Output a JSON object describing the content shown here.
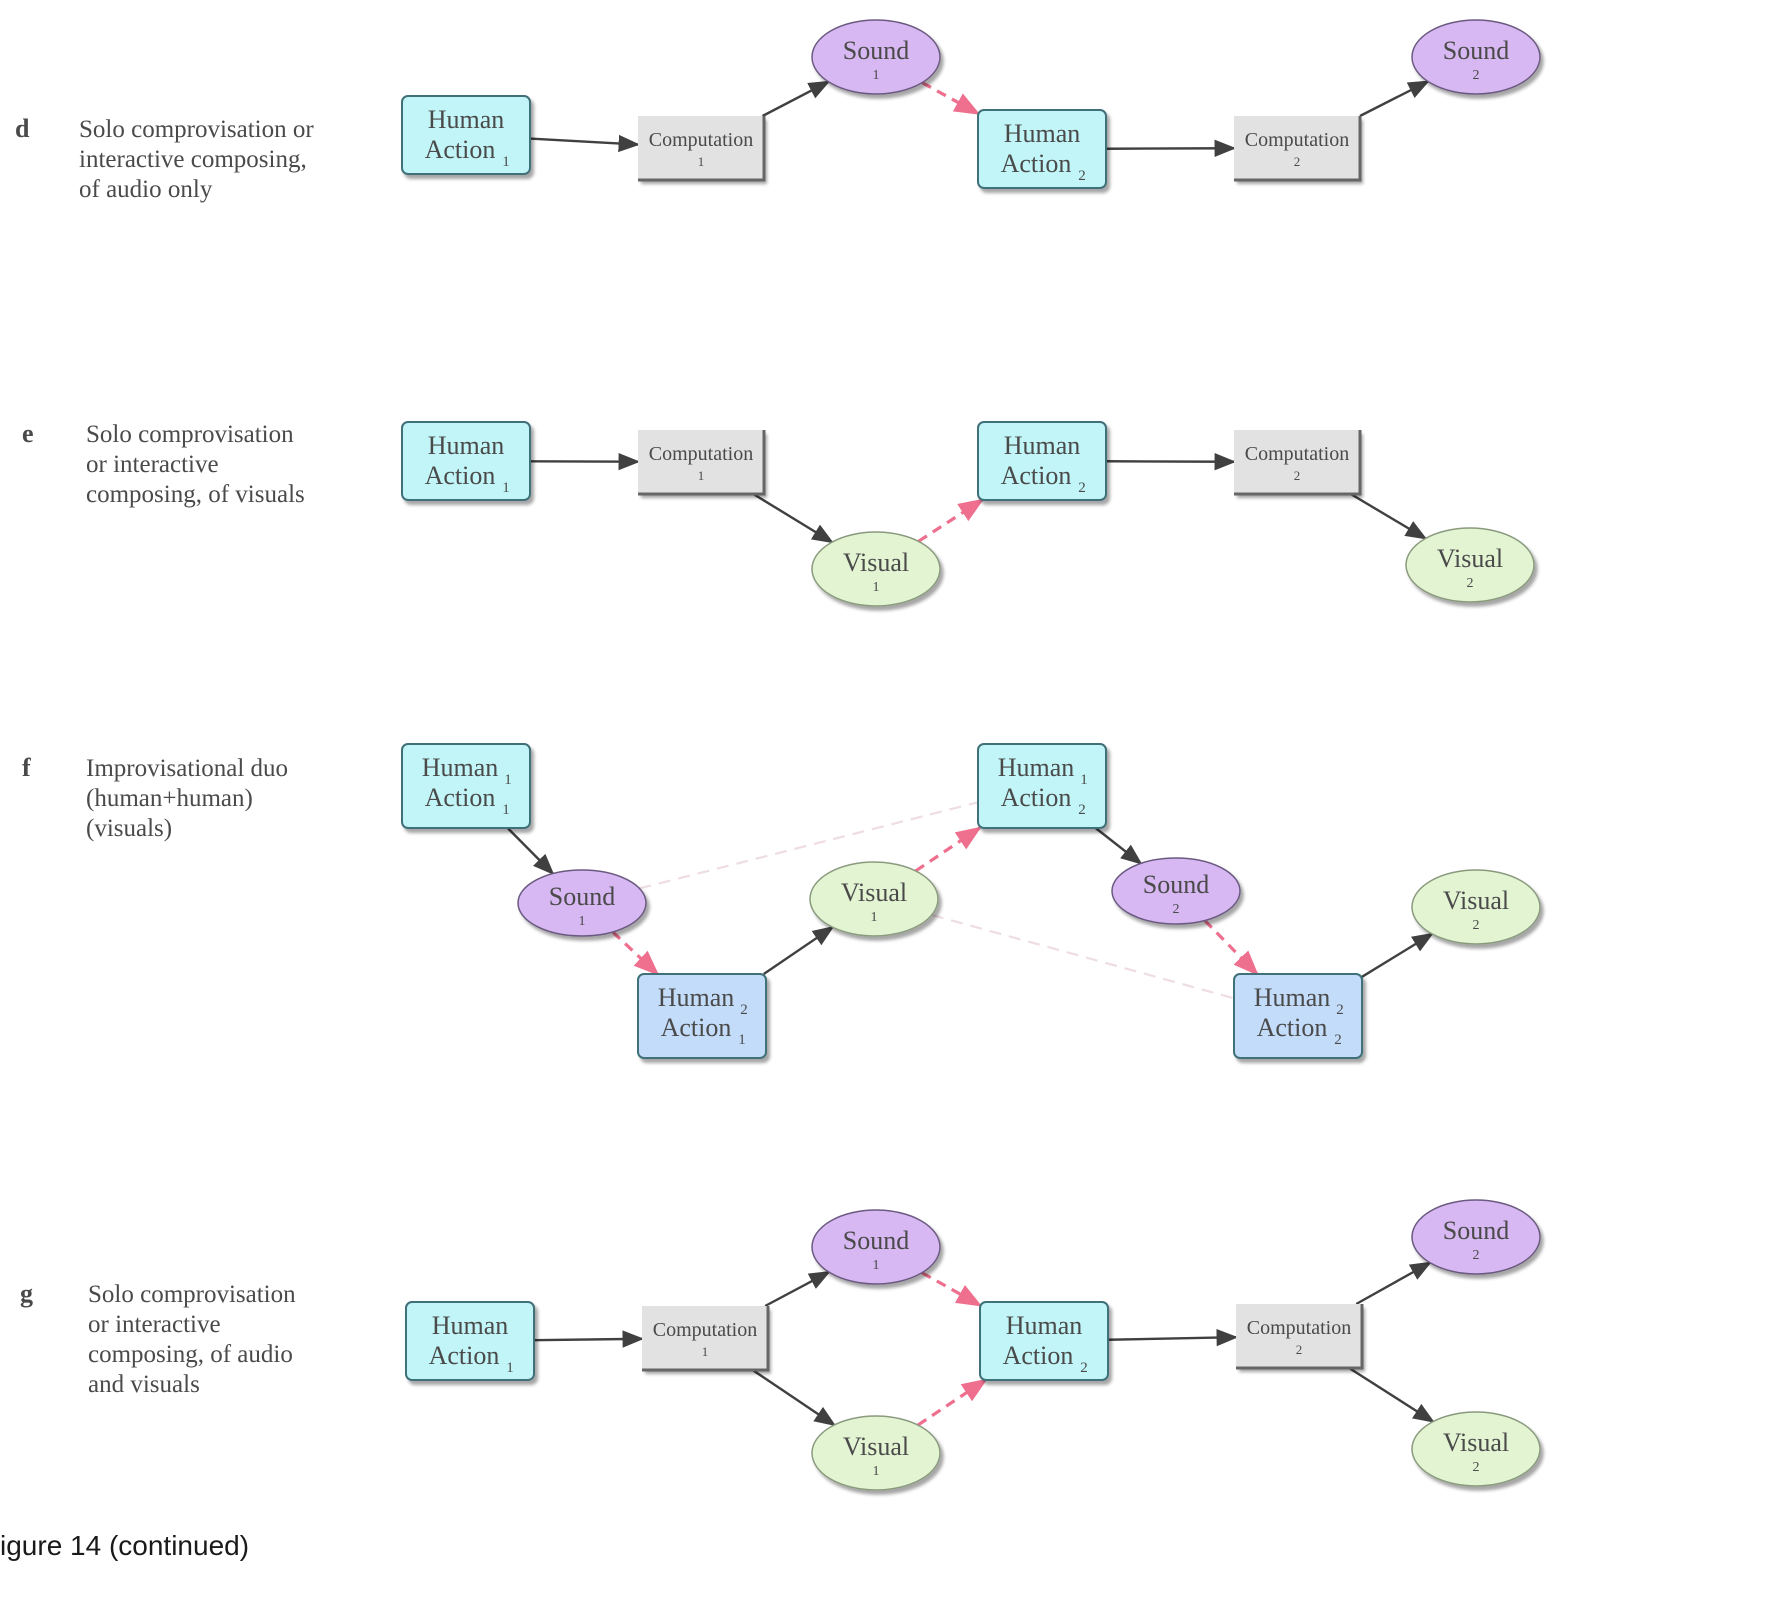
{
  "colors": {
    "human": "#c2f5f7",
    "human_alt": "#c3dcf9",
    "human_border": "#3f6f78",
    "computation": "#e2e2e2",
    "computation_border": "#7a7a7a",
    "sound": "#d7b8f2",
    "sound_border": "#6b5a80",
    "visual": "#e3f4d2",
    "visual_border": "#8a9a7e",
    "arrow": "#404040",
    "feedback": "#ee6f8e",
    "faint": "#eedde3"
  },
  "caption": "igure 14 (continued)",
  "panels": [
    {
      "id": "d",
      "letter": "d",
      "desc": [
        "Solo comprovisation or",
        "interactive composing,",
        "of audio only"
      ],
      "nodes": [
        {
          "id": "h1",
          "kind": "human",
          "l1": "Human",
          "l2": "Action",
          "s2": "1"
        },
        {
          "id": "c1",
          "kind": "computation",
          "l1": "Computation",
          "s": "1"
        },
        {
          "id": "s1",
          "kind": "sound",
          "l1": "Sound",
          "s": "1"
        },
        {
          "id": "h2",
          "kind": "human",
          "l1": "Human",
          "l2": "Action",
          "s2": "2"
        },
        {
          "id": "c2",
          "kind": "computation",
          "l1": "Computation",
          "s": "2"
        },
        {
          "id": "s2",
          "kind": "sound",
          "l1": "Sound",
          "s": "2"
        }
      ]
    },
    {
      "id": "e",
      "letter": "e",
      "desc": [
        "Solo comprovisation",
        "or interactive",
        "composing, of visuals"
      ],
      "nodes": [
        {
          "id": "h1",
          "kind": "human",
          "l1": "Human",
          "l2": "Action",
          "s2": "1"
        },
        {
          "id": "c1",
          "kind": "computation",
          "l1": "Computation",
          "s": "1"
        },
        {
          "id": "v1",
          "kind": "visual",
          "l1": "Visual",
          "s": "1"
        },
        {
          "id": "h2",
          "kind": "human",
          "l1": "Human",
          "l2": "Action",
          "s2": "2"
        },
        {
          "id": "c2",
          "kind": "computation",
          "l1": "Computation",
          "s": "2"
        },
        {
          "id": "v2",
          "kind": "visual",
          "l1": "Visual",
          "s": "2"
        }
      ]
    },
    {
      "id": "f",
      "letter": "f",
      "desc": [
        "Improvisational duo",
        "(human+human)",
        "(visuals)"
      ],
      "nodes": [
        {
          "id": "h11",
          "kind": "human",
          "l1": "Human",
          "s1": "1",
          "l2": "Action",
          "s2": "1"
        },
        {
          "id": "snd1",
          "kind": "sound",
          "l1": "Sound",
          "s": "1"
        },
        {
          "id": "h21",
          "kind": "human_alt",
          "l1": "Human",
          "s1": "2",
          "l2": "Action",
          "s2": "1"
        },
        {
          "id": "v1",
          "kind": "visual",
          "l1": "Visual",
          "s": "1"
        },
        {
          "id": "h12",
          "kind": "human",
          "l1": "Human",
          "s1": "1",
          "l2": "Action",
          "s2": "2"
        },
        {
          "id": "snd2",
          "kind": "sound",
          "l1": "Sound",
          "s": "2"
        },
        {
          "id": "h22",
          "kind": "human_alt",
          "l1": "Human",
          "s1": "2",
          "l2": "Action",
          "s2": "2"
        },
        {
          "id": "v2",
          "kind": "visual",
          "l1": "Visual",
          "s": "2"
        }
      ]
    },
    {
      "id": "g",
      "letter": "g",
      "desc": [
        "Solo comprovisation",
        "or interactive",
        "composing, of audio",
        "and visuals"
      ],
      "nodes": [
        {
          "id": "h1",
          "kind": "human",
          "l1": "Human",
          "l2": "Action",
          "s2": "1"
        },
        {
          "id": "c1",
          "kind": "computation",
          "l1": "Computation",
          "s": "1"
        },
        {
          "id": "s1",
          "kind": "sound",
          "l1": "Sound",
          "s": "1"
        },
        {
          "id": "v1",
          "kind": "visual",
          "l1": "Visual",
          "s": "1"
        },
        {
          "id": "h2",
          "kind": "human",
          "l1": "Human",
          "l2": "Action",
          "s2": "2"
        },
        {
          "id": "c2",
          "kind": "computation",
          "l1": "Computation",
          "s": "2"
        },
        {
          "id": "s2",
          "kind": "sound",
          "l1": "Sound",
          "s": "2"
        },
        {
          "id": "v2",
          "kind": "visual",
          "l1": "Visual",
          "s": "2"
        }
      ]
    }
  ]
}
